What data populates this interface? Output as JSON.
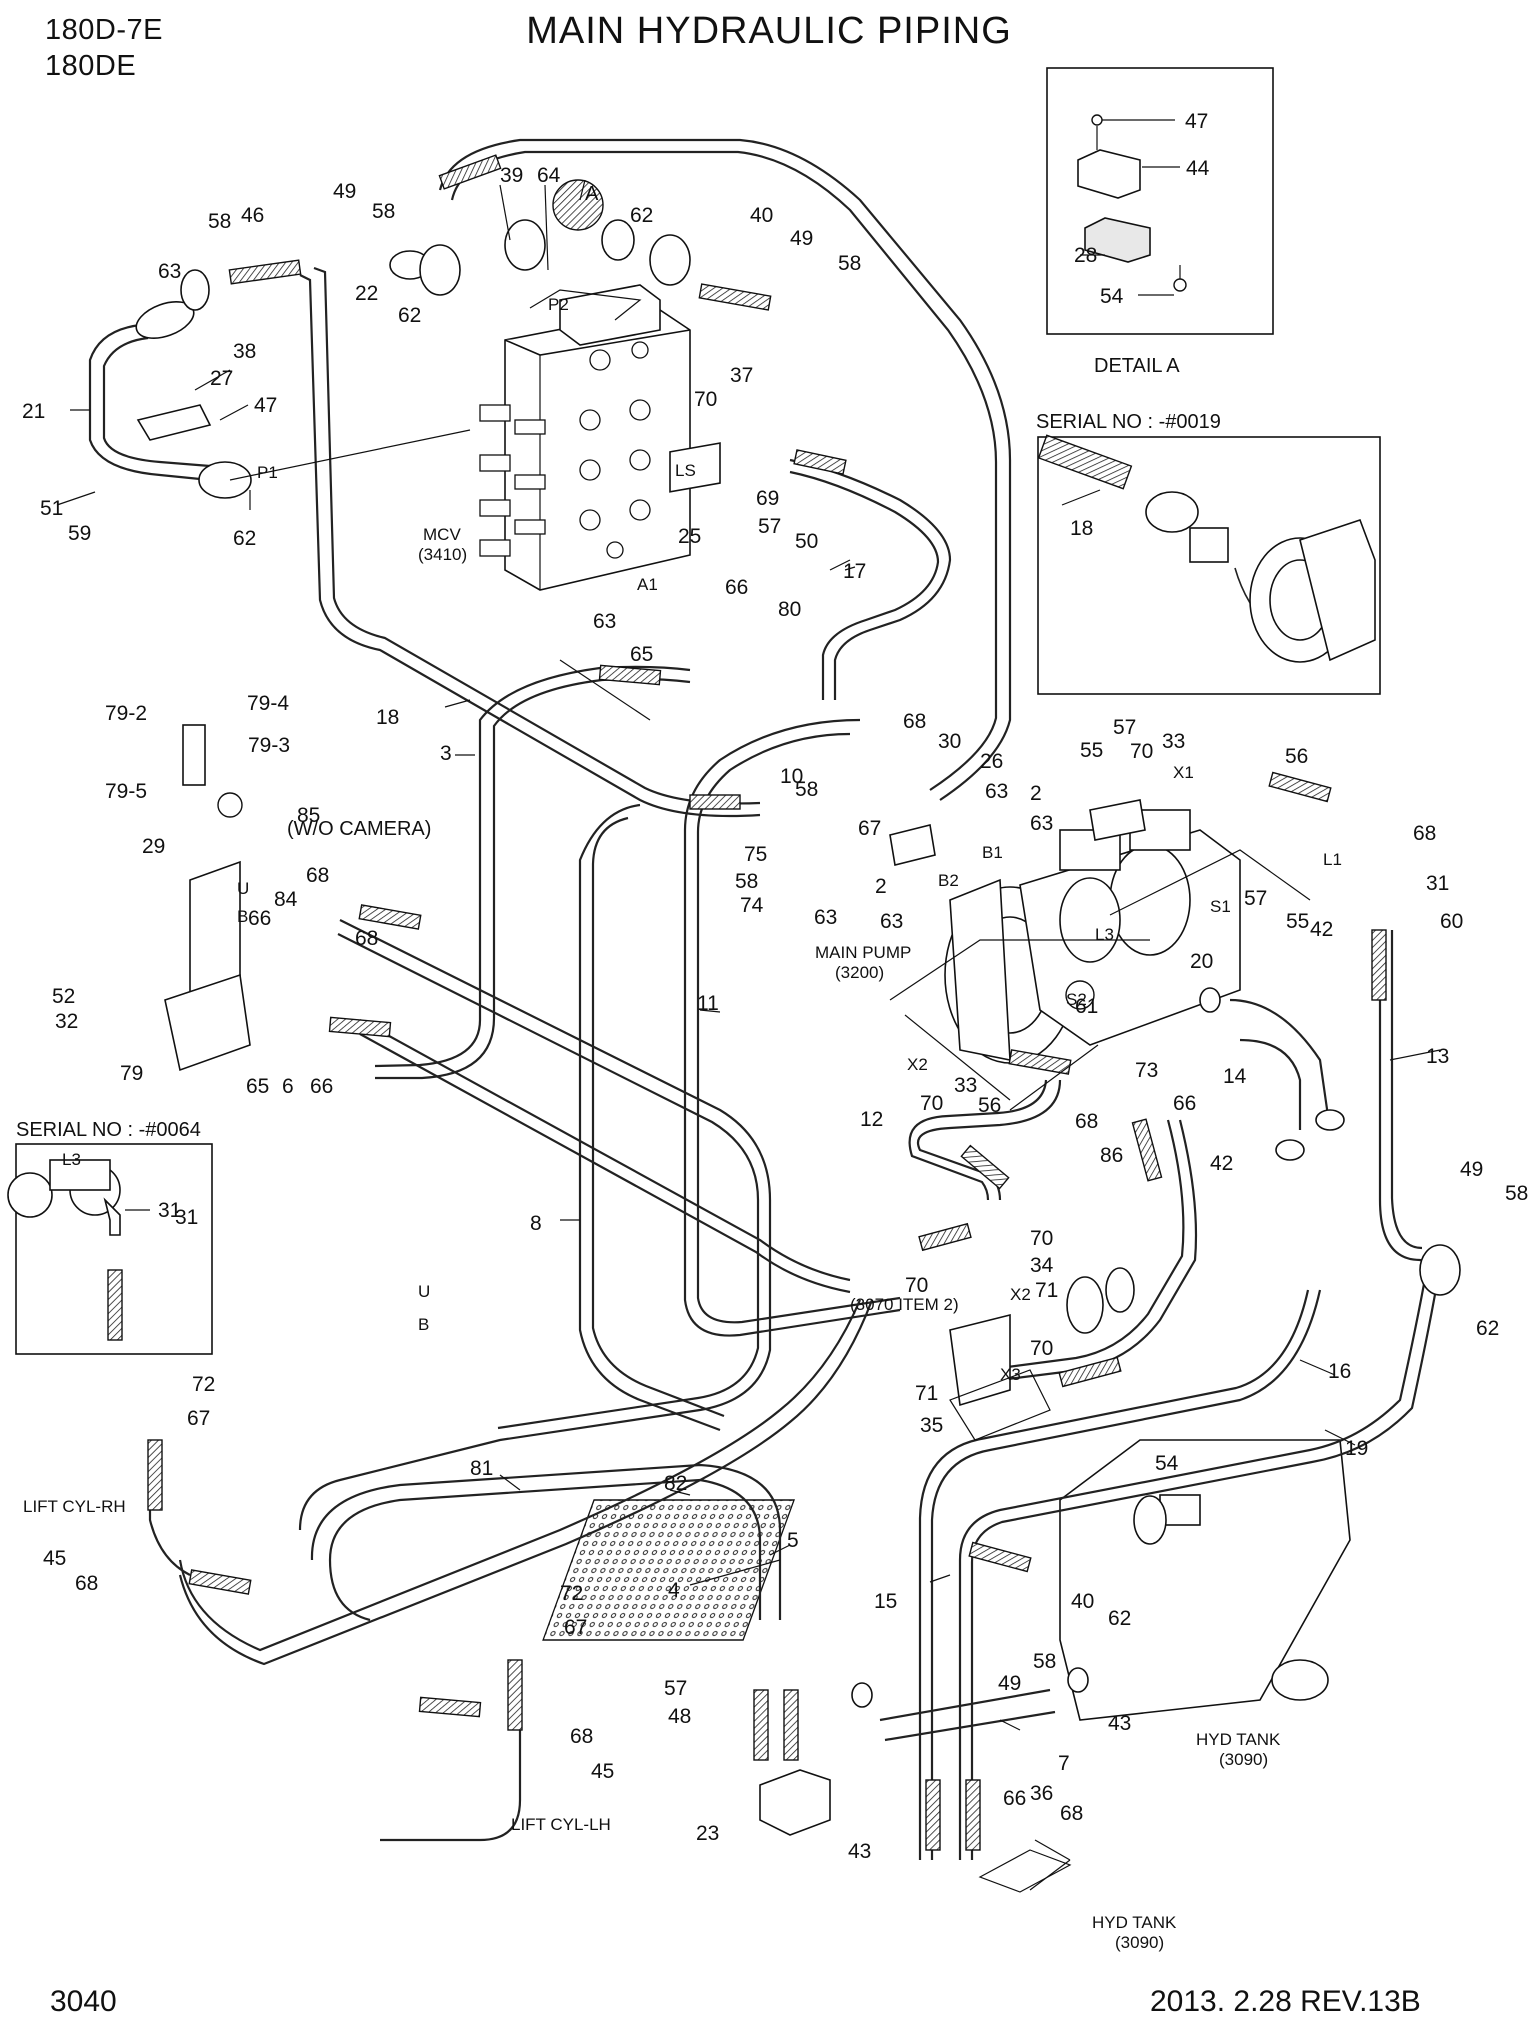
{
  "header": {
    "model_line_1": "180D-7E",
    "model_line_2": "180DE",
    "title": "MAIN HYDRAULIC PIPING"
  },
  "footer": {
    "page_number": "3040",
    "revision": "2013. 2.28  REV.13B"
  },
  "detail_a": {
    "caption": "DETAIL A",
    "parts": [
      "47",
      "44",
      "28",
      "54"
    ]
  },
  "serial_box_1": {
    "title": "SERIAL NO : -#0019",
    "parts": [
      "18"
    ]
  },
  "serial_box_2": {
    "title": "SERIAL NO : -#0064",
    "parts": [
      "31"
    ],
    "port": "L3"
  },
  "component_labels": {
    "mcv": "MCV",
    "mcv_code": "(3410)",
    "main_pump": "MAIN PUMP",
    "main_pump_code": "(3200)",
    "wo_camera": "(W/O CAMERA)",
    "item_ref": "(3070 ITEM 2)",
    "lift_cyl_rh": "LIFT CYL-RH",
    "lift_cyl_lh": "LIFT CYL-LH",
    "hyd_tank": "HYD TANK",
    "hyd_tank_code": "(3090)",
    "hyd_tank_2": "HYD TANK",
    "hyd_tank_2_code": "(3090)",
    "detail_marker": "A"
  },
  "port_labels": [
    "P2",
    "P1",
    "LS",
    "A1",
    "X1",
    "L1",
    "B2",
    "B1",
    "S1",
    "L3",
    "S2",
    "X2",
    "X2",
    "X3",
    "U",
    "B",
    "U",
    "B"
  ],
  "callouts": [
    "49",
    "58",
    "39",
    "64",
    "62",
    "40",
    "49",
    "58",
    "58",
    "46",
    "63",
    "38",
    "27",
    "47",
    "21",
    "51",
    "59",
    "62",
    "22",
    "62",
    "70",
    "37",
    "69",
    "25",
    "57",
    "50",
    "63",
    "66",
    "80",
    "65",
    "17",
    "18",
    "3",
    "68",
    "30",
    "10",
    "58",
    "26",
    "63",
    "2",
    "63",
    "75",
    "58",
    "74",
    "63",
    "67",
    "2",
    "63",
    "55",
    "57",
    "70",
    "33",
    "56",
    "68",
    "31",
    "60",
    "57",
    "55",
    "42",
    "20",
    "61",
    "73",
    "14",
    "66",
    "86",
    "68",
    "42",
    "70",
    "33",
    "56",
    "12",
    "13",
    "11",
    "79-2",
    "79-4",
    "79-3",
    "79-5",
    "85",
    "29",
    "68",
    "84",
    "66",
    "68",
    "52",
    "32",
    "79",
    "65",
    "6",
    "66",
    "8",
    "70",
    "34",
    "70",
    "71",
    "70",
    "71",
    "35",
    "16",
    "49",
    "58",
    "62",
    "19",
    "31",
    "72",
    "67",
    "45",
    "68",
    "81",
    "82",
    "5",
    "4",
    "72",
    "67",
    "68",
    "45",
    "48",
    "57",
    "23",
    "43",
    "15",
    "54",
    "40",
    "62",
    "49",
    "58",
    "43",
    "7",
    "66",
    "36",
    "68"
  ]
}
